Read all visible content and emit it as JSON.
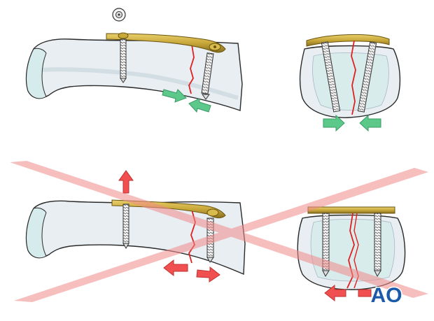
{
  "figure": {
    "logo_text": "AO",
    "colors": {
      "bone_fill": "#e8eef1",
      "bone_shadow": "#cfdbe2",
      "bone_outline": "#2a2a2a",
      "cartilage": "#d6ecec",
      "plate_gold": "#c9a83a",
      "plate_dark": "#7a6418",
      "screw_light": "#f2f2f2",
      "fracture_red": "#e02020",
      "compression_green": "#5cc98a",
      "distraction_red": "#f05050",
      "cross_red": "#f28a8a",
      "logo_blue": "#1a5aa8"
    },
    "panels": [
      {
        "id": "correct-lateral",
        "state": "correct"
      },
      {
        "id": "correct-axial",
        "state": "correct"
      },
      {
        "id": "incorrect-lateral",
        "state": "incorrect"
      },
      {
        "id": "incorrect-axial",
        "state": "incorrect"
      }
    ]
  }
}
